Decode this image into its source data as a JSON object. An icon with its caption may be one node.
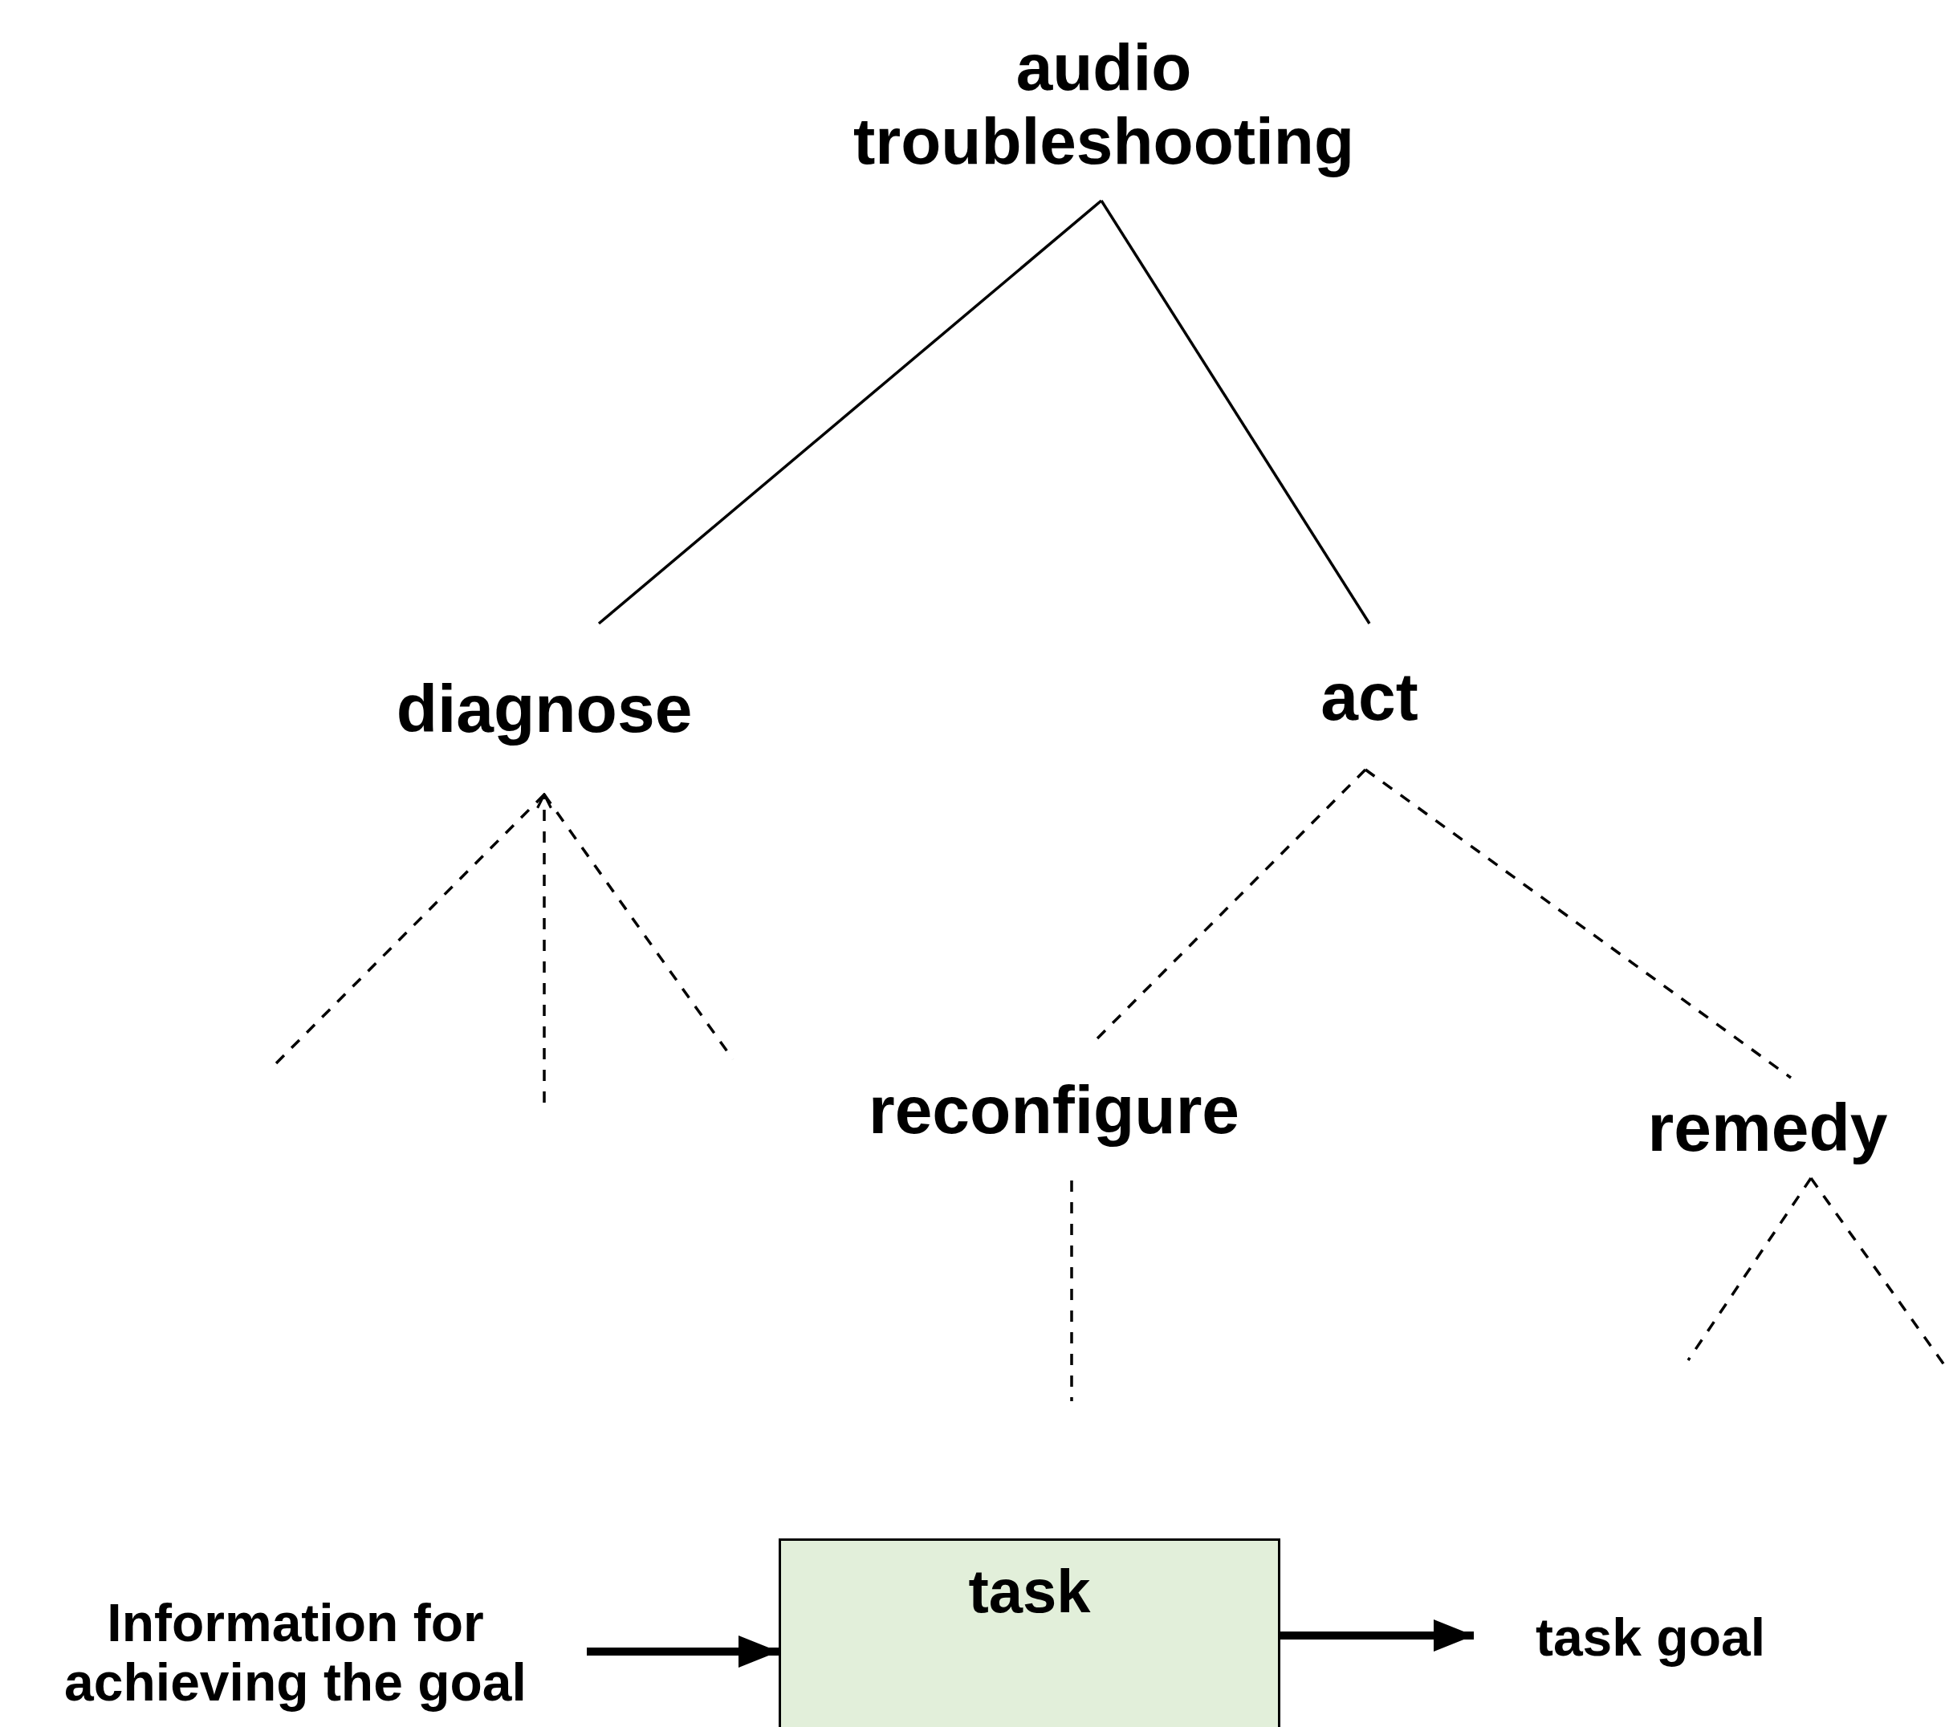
{
  "diagram": {
    "nodes": [
      {
        "text": [
          "audio troubleshooting"
        ]
      },
      {
        "text": [
          "diagnose"
        ]
      },
      {
        "text": [
          "act"
        ]
      },
      {
        "text": [
          "reconfigure"
        ]
      },
      {
        "text": [
          "remedy"
        ]
      },
      {
        "text": [
          "Information for achieving the goal"
        ]
      },
      {
        "text": [
          "task"
        ]
      },
      {
        "text": [
          "task goal"
        ]
      }
    ],
    "edges": [
      {
        "from": 0,
        "to": 1,
        "arrow": "none"
      },
      {
        "from": 0,
        "to": 2,
        "arrow": "none"
      },
      {
        "from": 1,
        "to": null,
        "arrow": "none",
        "style": "dashed"
      },
      {
        "from": null,
        "to": 1,
        "arrow": "to",
        "style": "dashed"
      },
      {
        "from": 1,
        "to": null,
        "arrow": "none",
        "style": "dashed"
      },
      {
        "from": 2,
        "to": 3,
        "arrow": "none",
        "style": "dashed"
      },
      {
        "from": 2,
        "to": 4,
        "arrow": "none",
        "style": "dashed"
      },
      {
        "from": 3,
        "to": null,
        "arrow": "none",
        "style": "dashed"
      },
      {
        "from": 4,
        "to": null,
        "arrow": "none",
        "style": "dashed"
      },
      {
        "from": 4,
        "to": null,
        "arrow": "none",
        "style": "dashed"
      },
      {
        "from": 5,
        "to": 6,
        "arrow": "to",
        "style": "thick"
      },
      {
        "from": 6,
        "to": 7,
        "arrow": "to",
        "style": "thick"
      }
    ]
  }
}
